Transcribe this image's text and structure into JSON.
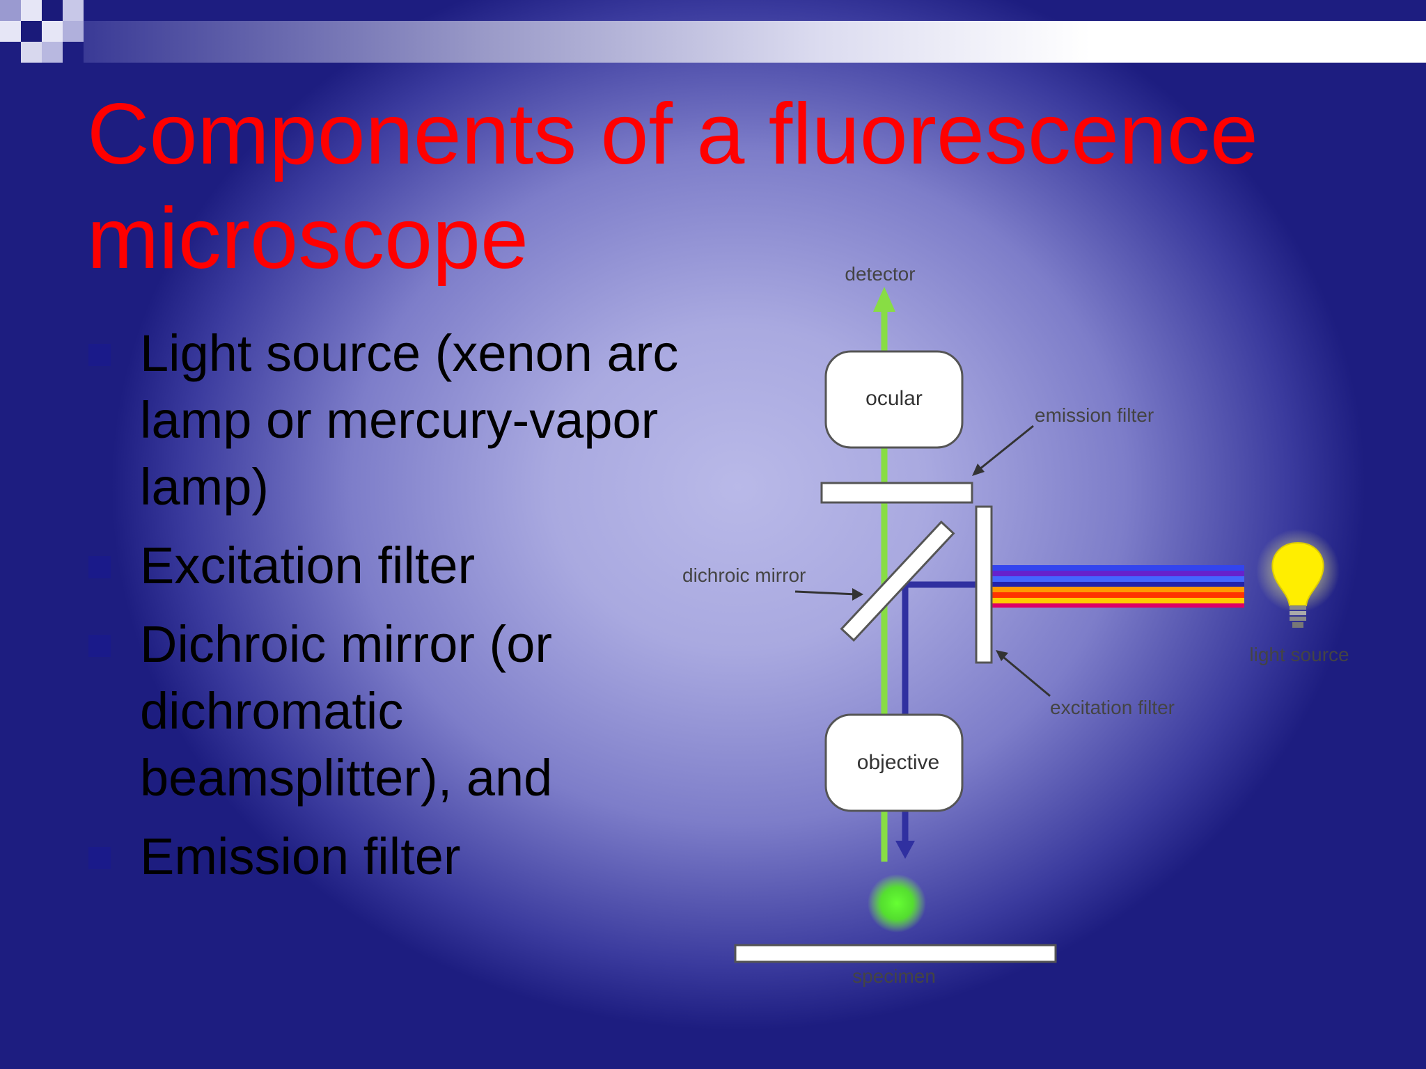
{
  "slide": {
    "title": "Components of a fluorescence microscope",
    "bullets": [
      "Light source (xenon arc lamp or mercury-vapor lamp)",
      "Excitation filter",
      "Dichroic mirror (or dichromatic beamsplitter), and",
      "Emission filter"
    ]
  },
  "diagram": {
    "labels": {
      "detector": "detector",
      "ocular": "ocular",
      "emission_filter": "emission filter",
      "dichroic_mirror": "dichroic mirror",
      "light_source": "light source",
      "excitation_filter": "excitation filter",
      "objective": "objective",
      "specimen": "specimen"
    },
    "icons": [
      "light-bulb-icon"
    ]
  },
  "colors": {
    "title": "#ff0000",
    "bullet_marker": "#1a1a8a",
    "emission_beam": "#88dd44",
    "excitation_beam": "#3030a0",
    "bulb": "#ffee00"
  }
}
